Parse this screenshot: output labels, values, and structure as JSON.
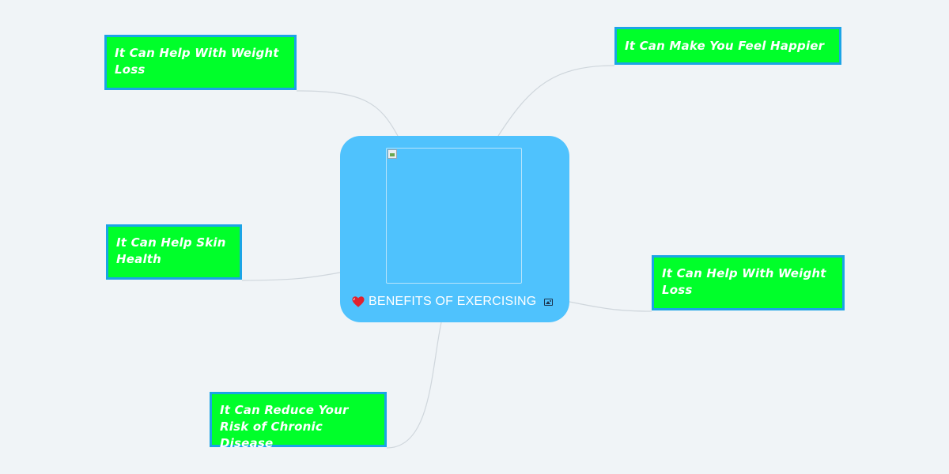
{
  "central_topic": {
    "label": "BENEFITS OF EXERCISING",
    "leading_icon": "heart-icon",
    "trailing_icon": "picture-icon"
  },
  "branches": [
    {
      "id": "weight-loss-left",
      "label": "It Can Help With Weight Loss"
    },
    {
      "id": "happier",
      "label": "It Can Make You Feel Happier"
    },
    {
      "id": "skin-health",
      "label": "It Can Help Skin Health"
    },
    {
      "id": "weight-loss-right",
      "label": "It Can Help With Weight Loss"
    },
    {
      "id": "chronic",
      "label": "It Can Reduce Your Risk of Chronic Disease"
    }
  ],
  "colors": {
    "background": "#f0f4f7",
    "central_fill": "#4fc2fd",
    "branch_fill": "#00ff2a",
    "branch_border": "#1ba4e6",
    "connector": "#cfd6dc"
  }
}
